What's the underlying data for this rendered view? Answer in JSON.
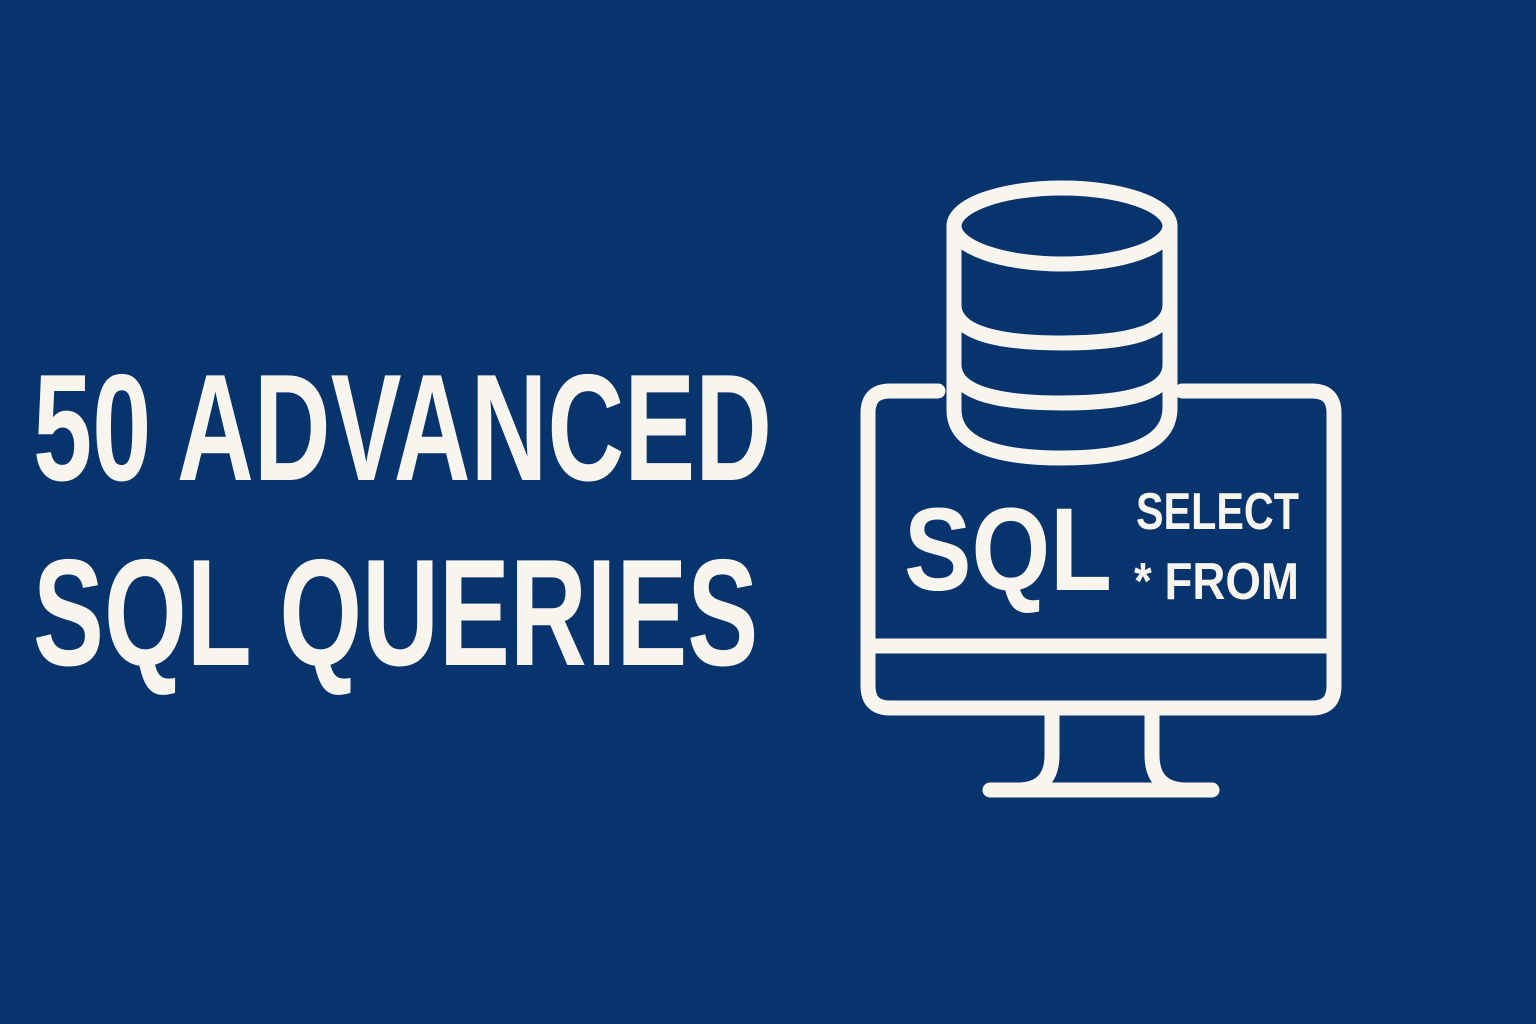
{
  "background_color": "#07346c",
  "foreground_color": "#f8f5ee",
  "headline": {
    "line1": "50 ADVANCED",
    "line2": "SQL QUERIES"
  },
  "illustration": {
    "icons": [
      "database-icon",
      "monitor-icon"
    ],
    "screen": {
      "logo": "SQL",
      "query_line1": "SELECT",
      "query_line2": "* FROM"
    }
  }
}
